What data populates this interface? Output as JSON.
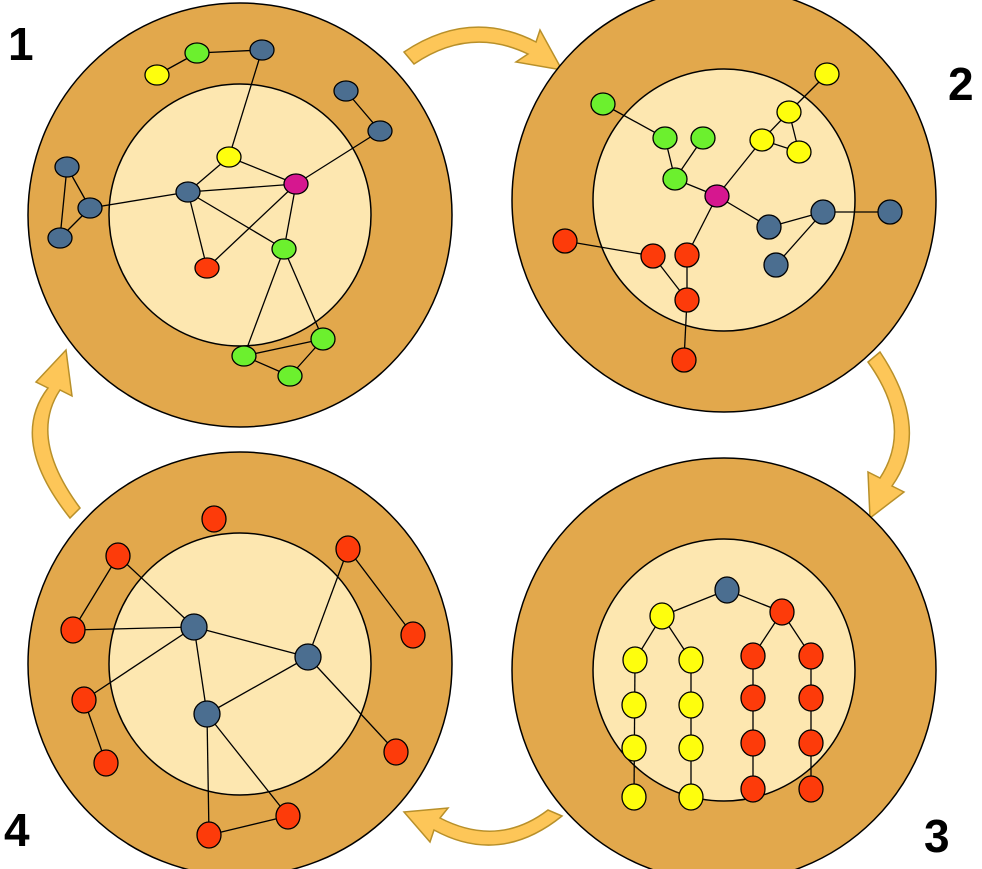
{
  "labels": {
    "step1": "1",
    "step2": "2",
    "step3": "3",
    "step4": "4"
  },
  "colors": {
    "outer_ring": "#e2a84c",
    "inner_core": "#fde7b0",
    "arrow": "#fdc658",
    "node_blue": "#4b6e90",
    "node_yellow": "#fefe0d",
    "node_green": "#6cf02e",
    "node_magenta": "#d6178f",
    "node_red": "#fd3b0a"
  }
}
